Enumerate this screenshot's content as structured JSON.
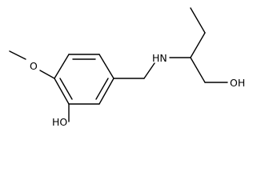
{
  "molecule": {
    "atom_labels": {
      "methoxy_oxygen": "O",
      "hydroxyl_oh": "HO",
      "amine_nh": "HN",
      "alcohol_oh": "OH"
    },
    "line_color": "#000000",
    "background_color": "#ffffff"
  }
}
